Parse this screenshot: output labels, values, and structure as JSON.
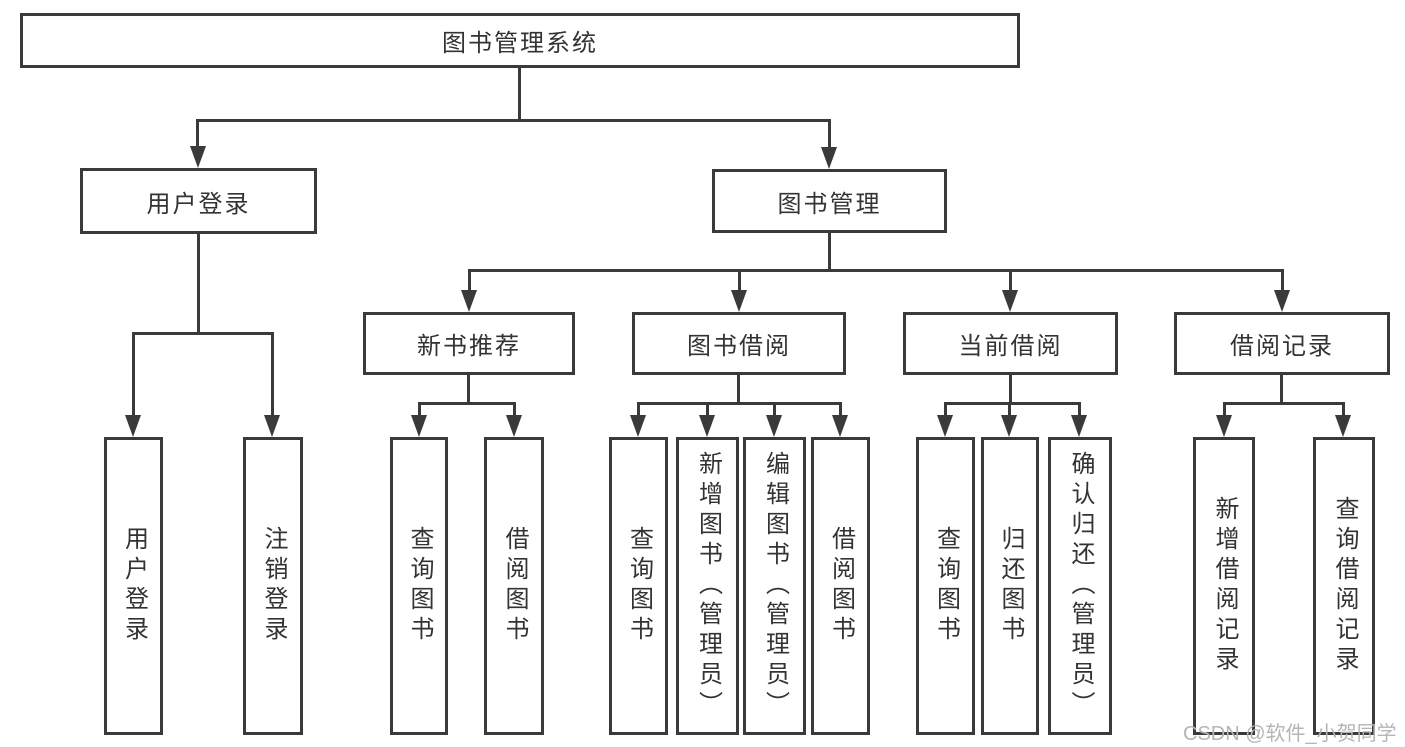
{
  "diagram_title": "图书管理系统",
  "colors": {
    "line": "#3a3a3a",
    "box_border": "#3a3a3a",
    "text": "#333333",
    "background": "#ffffff",
    "watermark": "#b5b5b5"
  },
  "tree": {
    "root": {
      "label": "图书管理系统"
    },
    "level2": [
      {
        "label": "用户登录"
      },
      {
        "label": "图书管理"
      }
    ],
    "level3": [
      {
        "label": "新书推荐"
      },
      {
        "label": "图书借阅"
      },
      {
        "label": "当前借阅"
      },
      {
        "label": "借阅记录"
      }
    ],
    "leaves": {
      "user_login": [
        {
          "label": "用户登录"
        },
        {
          "label": "注销登录"
        }
      ],
      "new_book": [
        {
          "label": "查询图书"
        },
        {
          "label": "借阅图书"
        }
      ],
      "book_borrow": [
        {
          "label": "查询图书"
        },
        {
          "label": "新增图书（管理员）"
        },
        {
          "label": "编辑图书（管理员）"
        },
        {
          "label": "借阅图书"
        }
      ],
      "current_borrow": [
        {
          "label": "查询图书"
        },
        {
          "label": "归还图书"
        },
        {
          "label": "确认归还（管理员）"
        }
      ],
      "borrow_record": [
        {
          "label": "新增借阅记录"
        },
        {
          "label": "查询借阅记录"
        }
      ]
    }
  },
  "watermark": "CSDN @软件_小贺同学"
}
